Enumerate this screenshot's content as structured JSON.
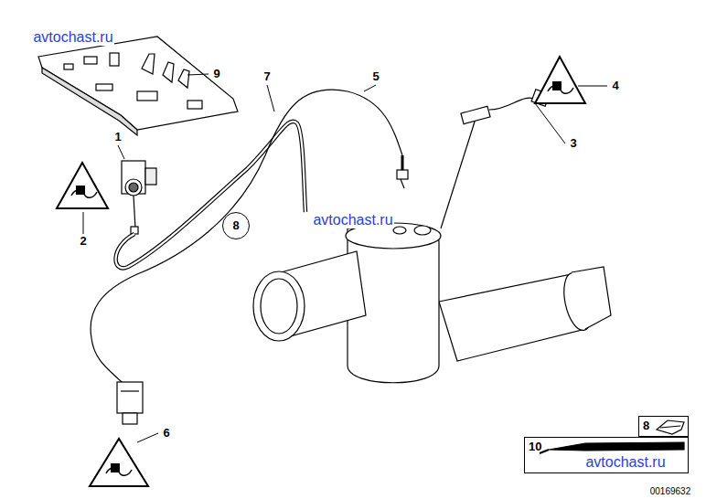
{
  "diagram": {
    "nodes": [
      {
        "text": [
          "8"
        ]
      },
      {
        "text": [
          "8"
        ]
      },
      {
        "text": [
          "10"
        ]
      }
    ],
    "labels": [
      "avtochast.ru",
      "9",
      "7",
      "5",
      "4",
      "1",
      "3",
      "avtochast.ru",
      "2",
      "6",
      "avtochast.ru",
      "00169632"
    ]
  }
}
